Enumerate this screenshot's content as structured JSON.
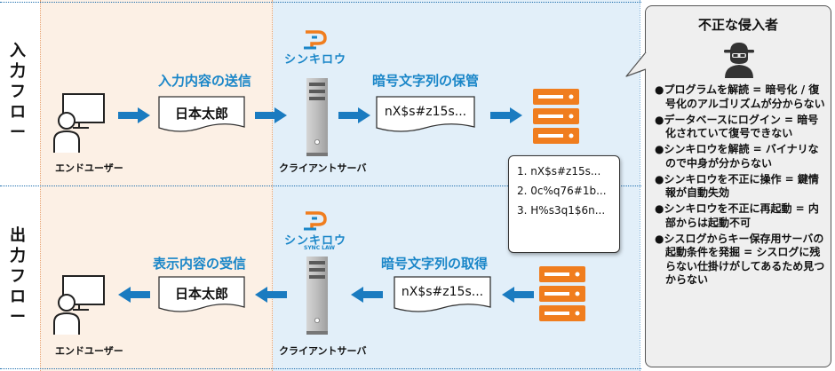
{
  "rows": {
    "input_label": [
      "入",
      "力",
      "フ",
      "ロ",
      "ー"
    ],
    "output_label": [
      "出",
      "力",
      "フ",
      "ロ",
      "ー"
    ]
  },
  "input_flow": {
    "send_title": "入力内容の送信",
    "store_title": "暗号文字列の保管",
    "plain_text": "日本太郎",
    "cipher_text": "nX$s#z15s..."
  },
  "output_flow": {
    "receive_title": "表示内容の受信",
    "fetch_title": "暗号文字列の取得",
    "plain_text": "日本太郎",
    "cipher_text": "nX$s#z15s..."
  },
  "captions": {
    "end_user_top": "エンドユーザー",
    "client_server_top": "クライアントサーバ",
    "end_user_bottom": "エンドユーザー",
    "client_server_bottom": "クライアントサーバ"
  },
  "logo": {
    "name": "シンキロウ",
    "tagline": "SYNC LAW"
  },
  "cipher_list": [
    "1. nX$s#z15s...",
    "2. 0c%q76#1b...",
    "3. H%s3q1$6n..."
  ],
  "intruder": {
    "title": "不正な侵入者",
    "items": [
      "●プログラムを解読 = 暗号化 / 復号化のアルゴリズムが分からない",
      "●データベースにログイン = 暗号化されていて復号できない",
      "●シンキロウを解読 = バイナリなので中身が分からない",
      "●シンキロウを不正に操作 = 鍵情報が自動失効",
      "●シンキロウを不正に再起動 = 内部からは起動不可",
      "●シスログからキー保存用サーバの起動条件を発掘 = シスログに残らない仕掛けがしてあるため見つからない"
    ]
  },
  "colors": {
    "blue": "#1a86c8",
    "arrow": "#1a7bc0",
    "orange": "#f07d1e",
    "user_panel": "#fcf0e5",
    "server_panel": "#e2eff9"
  }
}
